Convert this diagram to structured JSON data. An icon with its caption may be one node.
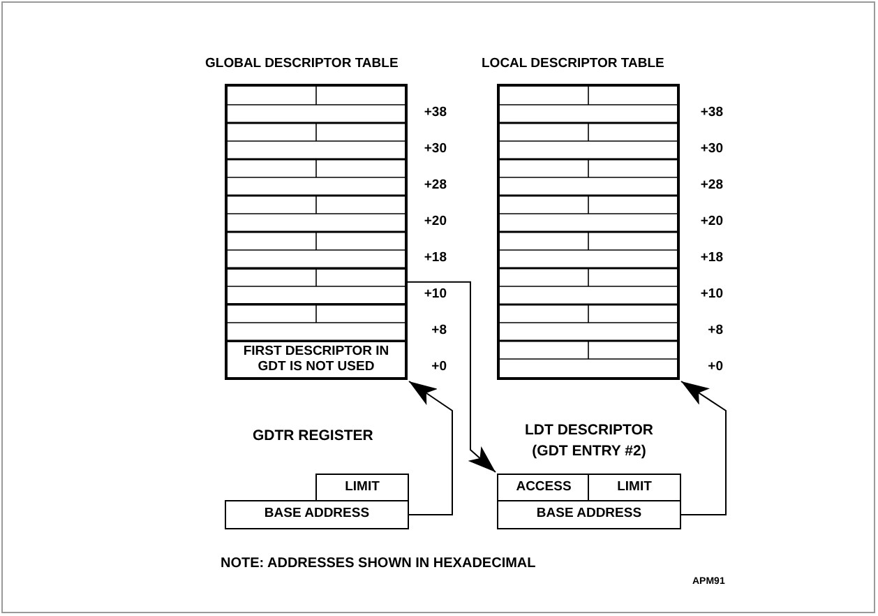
{
  "diagram": {
    "nodes": [
      {
        "text": [
          "GLOBAL DESCRIPTOR TABLE"
        ]
      },
      {
        "text": [
          "FIRST DESCRIPTOR IN GDT IS NOT USED"
        ],
        "in": 0
      },
      {
        "text": [],
        "shape": "box",
        "in": 0
      },
      {
        "text": [
          "LOCAL DESCRIPTOR TABLE"
        ]
      },
      {
        "text": [
          "GDTR REGISTER"
        ]
      },
      {
        "text": [
          "LIMIT"
        ],
        "in": 4
      },
      {
        "text": [
          "BASE ADDRESS"
        ],
        "in": 4
      },
      {
        "text": [
          "LDT DESCRIPTOR (GDT ENTRY #2)"
        ]
      },
      {
        "text": [
          "ACCESS"
        ],
        "in": 7
      },
      {
        "text": [
          "LIMIT"
        ],
        "in": 7
      },
      {
        "text": [
          "BASE ADDRESS"
        ],
        "in": 7
      }
    ],
    "edges": [
      {
        "from": 6,
        "to": 0,
        "arrow": "to"
      },
      {
        "from": 2,
        "to": 7,
        "arrow": "to"
      },
      {
        "from": 10,
        "to": 3,
        "arrow": "to"
      }
    ],
    "labels": [
      "+38",
      "+38",
      "+30",
      "+30",
      "+28",
      "+28",
      "+20",
      "+20",
      "+18",
      "+18",
      "+10",
      "+10",
      "+8",
      "+8",
      "+0",
      "+0",
      "NOTE:  ADDRESSES SHOWN IN HEXADECIMAL",
      "APM91"
    ]
  }
}
